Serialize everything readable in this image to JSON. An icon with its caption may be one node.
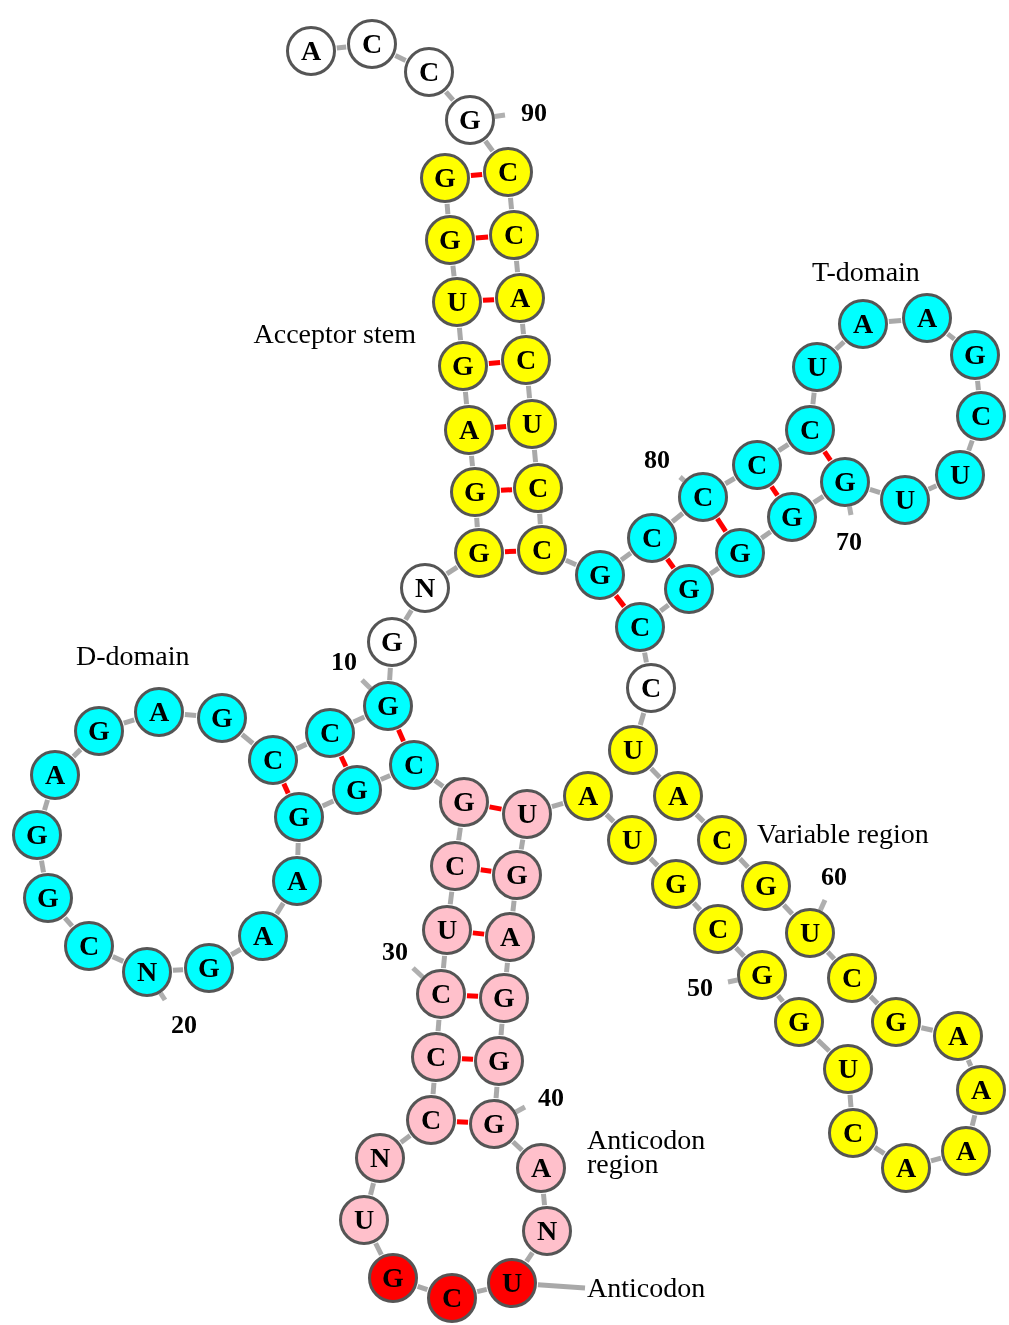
{
  "diagram": {
    "nodes": [
      {
        "text": [
          "G"
        ]
      },
      {
        "text": [
          "G"
        ]
      },
      {
        "text": [
          "U"
        ]
      },
      {
        "text": [
          "G"
        ]
      },
      {
        "text": [
          "A"
        ]
      },
      {
        "text": [
          "G"
        ]
      },
      {
        "text": [
          "G"
        ]
      },
      {
        "text": [
          "N"
        ]
      },
      {
        "text": [
          "G"
        ]
      },
      {
        "text": [
          "G"
        ],
        "beside": [
          "10"
        ]
      },
      {
        "text": [
          "C"
        ]
      },
      {
        "text": [
          "C"
        ]
      },
      {
        "text": [
          "G"
        ]
      },
      {
        "text": [
          "A"
        ]
      },
      {
        "text": [
          "G"
        ]
      },
      {
        "text": [
          "A"
        ]
      },
      {
        "text": [
          "G"
        ]
      },
      {
        "text": [
          "G"
        ]
      },
      {
        "text": [
          "C"
        ]
      },
      {
        "text": [
          "N"
        ],
        "beside": [
          "20"
        ]
      },
      {
        "text": [
          "G"
        ]
      },
      {
        "text": [
          "A"
        ]
      },
      {
        "text": [
          "A"
        ]
      },
      {
        "text": [
          "G"
        ]
      },
      {
        "text": [
          "G"
        ]
      },
      {
        "text": [
          "C"
        ]
      },
      {
        "text": [
          "G"
        ]
      },
      {
        "text": [
          "C"
        ]
      },
      {
        "text": [
          "U"
        ]
      },
      {
        "text": [
          "C"
        ],
        "beside": [
          "30"
        ]
      },
      {
        "text": [
          "C"
        ]
      },
      {
        "text": [
          "C"
        ]
      },
      {
        "text": [
          "N"
        ]
      },
      {
        "text": [
          "U"
        ]
      },
      {
        "text": [
          "G"
        ]
      },
      {
        "text": [
          "C"
        ]
      },
      {
        "text": [
          "U"
        ]
      },
      {
        "text": [
          "N"
        ]
      },
      {
        "text": [
          "A"
        ]
      },
      {
        "text": [
          "G"
        ],
        "beside": [
          "40"
        ]
      },
      {
        "text": [
          "G"
        ]
      },
      {
        "text": [
          "G"
        ]
      },
      {
        "text": [
          "A"
        ]
      },
      {
        "text": [
          "G"
        ]
      },
      {
        "text": [
          "U"
        ]
      },
      {
        "text": [
          "A"
        ]
      },
      {
        "text": [
          "U"
        ]
      },
      {
        "text": [
          "G"
        ]
      },
      {
        "text": [
          "C"
        ]
      },
      {
        "text": [
          "G"
        ],
        "beside": [
          "50"
        ]
      },
      {
        "text": [
          "G"
        ]
      },
      {
        "text": [
          "U"
        ]
      },
      {
        "text": [
          "C"
        ]
      },
      {
        "text": [
          "A"
        ]
      },
      {
        "text": [
          "A"
        ]
      },
      {
        "text": [
          "A"
        ]
      },
      {
        "text": [
          "A"
        ]
      },
      {
        "text": [
          "G"
        ]
      },
      {
        "text": [
          "C"
        ]
      },
      {
        "text": [
          "U"
        ],
        "beside": [
          "60"
        ]
      },
      {
        "text": [
          "G"
        ]
      },
      {
        "text": [
          "C"
        ]
      },
      {
        "text": [
          "A"
        ]
      },
      {
        "text": [
          "U"
        ]
      },
      {
        "text": [
          "C"
        ]
      },
      {
        "text": [
          "C"
        ]
      },
      {
        "text": [
          "G"
        ]
      },
      {
        "text": [
          "G"
        ]
      },
      {
        "text": [
          "G"
        ]
      },
      {
        "text": [
          "G"
        ],
        "beside": [
          "70"
        ]
      },
      {
        "text": [
          "U"
        ]
      },
      {
        "text": [
          "U"
        ]
      },
      {
        "text": [
          "C"
        ]
      },
      {
        "text": [
          "G"
        ]
      },
      {
        "text": [
          "A"
        ]
      },
      {
        "text": [
          "A"
        ]
      },
      {
        "text": [
          "U"
        ]
      },
      {
        "text": [
          "C"
        ]
      },
      {
        "text": [
          "C"
        ]
      },
      {
        "text": [
          "C"
        ],
        "beside": [
          "80"
        ]
      },
      {
        "text": [
          "C"
        ]
      },
      {
        "text": [
          "G"
        ]
      },
      {
        "text": [
          "C"
        ]
      },
      {
        "text": [
          "C"
        ]
      },
      {
        "text": [
          "U"
        ]
      },
      {
        "text": [
          "C"
        ]
      },
      {
        "text": [
          "A"
        ]
      },
      {
        "text": [
          "C"
        ]
      },
      {
        "text": [
          "C"
        ]
      },
      {
        "text": [
          "G"
        ],
        "beside": [
          "90"
        ]
      },
      {
        "text": [
          "C"
        ]
      },
      {
        "text": [
          "C"
        ]
      },
      {
        "text": [
          "A"
        ]
      },
      {
        "text": [
          "Anticodon"
        ]
      }
    ],
    "edges": [
      {
        "from": 0,
        "to": 1,
        "arrow": "none"
      },
      {
        "from": 1,
        "to": 2,
        "arrow": "none"
      },
      {
        "from": 2,
        "to": 3,
        "arrow": "none"
      },
      {
        "from": 3,
        "to": 4,
        "arrow": "none"
      },
      {
        "from": 4,
        "to": 5,
        "arrow": "none"
      },
      {
        "from": 5,
        "to": 6,
        "arrow": "none"
      },
      {
        "from": 6,
        "to": 7,
        "arrow": "none"
      },
      {
        "from": 7,
        "to": 8,
        "arrow": "none"
      },
      {
        "from": 8,
        "to": 9,
        "arrow": "none"
      },
      {
        "from": 9,
        "to": 10,
        "arrow": "none"
      },
      {
        "from": 10,
        "to": 11,
        "arrow": "none"
      },
      {
        "from": 11,
        "to": 12,
        "arrow": "none"
      },
      {
        "from": 12,
        "to": 13,
        "arrow": "none"
      },
      {
        "from": 13,
        "to": 14,
        "arrow": "none"
      },
      {
        "from": 14,
        "to": 15,
        "arrow": "none"
      },
      {
        "from": 15,
        "to": 16,
        "arrow": "none"
      },
      {
        "from": 16,
        "to": 17,
        "arrow": "none"
      },
      {
        "from": 17,
        "to": 18,
        "arrow": "none"
      },
      {
        "from": 18,
        "to": 19,
        "arrow": "none"
      },
      {
        "from": 19,
        "to": 20,
        "arrow": "none"
      },
      {
        "from": 20,
        "to": 21,
        "arrow": "none"
      },
      {
        "from": 21,
        "to": 22,
        "arrow": "none"
      },
      {
        "from": 22,
        "to": 23,
        "arrow": "none"
      },
      {
        "from": 23,
        "to": 24,
        "arrow": "none"
      },
      {
        "from": 24,
        "to": 25,
        "arrow": "none"
      },
      {
        "from": 25,
        "to": 26,
        "arrow": "none"
      },
      {
        "from": 26,
        "to": 27,
        "arrow": "none"
      },
      {
        "from": 27,
        "to": 28,
        "arrow": "none"
      },
      {
        "from": 28,
        "to": 29,
        "arrow": "none"
      },
      {
        "from": 29,
        "to": 30,
        "arrow": "none"
      },
      {
        "from": 30,
        "to": 31,
        "arrow": "none"
      },
      {
        "from": 31,
        "to": 32,
        "arrow": "none"
      },
      {
        "from": 32,
        "to": 33,
        "arrow": "none"
      },
      {
        "from": 33,
        "to": 34,
        "arrow": "none"
      },
      {
        "from": 34,
        "to": 35,
        "arrow": "none"
      },
      {
        "from": 35,
        "to": 36,
        "arrow": "none"
      },
      {
        "from": 36,
        "to": 37,
        "arrow": "none"
      },
      {
        "from": 37,
        "to": 38,
        "arrow": "none"
      },
      {
        "from": 38,
        "to": 39,
        "arrow": "none"
      },
      {
        "from": 39,
        "to": 40,
        "arrow": "none"
      },
      {
        "from": 40,
        "to": 41,
        "arrow": "none"
      },
      {
        "from": 41,
        "to": 42,
        "arrow": "none"
      },
      {
        "from": 42,
        "to": 43,
        "arrow": "none"
      },
      {
        "from": 43,
        "to": 44,
        "arrow": "none"
      },
      {
        "from": 44,
        "to": 45,
        "arrow": "none"
      },
      {
        "from": 45,
        "to": 46,
        "arrow": "none"
      },
      {
        "from": 46,
        "to": 47,
        "arrow": "none"
      },
      {
        "from": 47,
        "to": 48,
        "arrow": "none"
      },
      {
        "from": 48,
        "to": 49,
        "arrow": "none"
      },
      {
        "from": 49,
        "to": 50,
        "arrow": "none"
      },
      {
        "from": 50,
        "to": 51,
        "arrow": "none"
      },
      {
        "from": 51,
        "to": 52,
        "arrow": "none"
      },
      {
        "from": 52,
        "to": 53,
        "arrow": "none"
      },
      {
        "from": 53,
        "to": 54,
        "arrow": "none"
      },
      {
        "from": 54,
        "to": 55,
        "arrow": "none"
      },
      {
        "from": 55,
        "to": 56,
        "arrow": "none"
      },
      {
        "from": 56,
        "to": 57,
        "arrow": "none"
      },
      {
        "from": 57,
        "to": 58,
        "arrow": "none"
      },
      {
        "from": 58,
        "to": 59,
        "arrow": "none"
      },
      {
        "from": 59,
        "to": 60,
        "arrow": "none"
      },
      {
        "from": 60,
        "to": 61,
        "arrow": "none"
      },
      {
        "from": 61,
        "to": 62,
        "arrow": "none"
      },
      {
        "from": 62,
        "to": 63,
        "arrow": "none"
      },
      {
        "from": 63,
        "to": 64,
        "arrow": "none"
      },
      {
        "from": 64,
        "to": 65,
        "arrow": "none"
      },
      {
        "from": 65,
        "to": 66,
        "arrow": "none"
      },
      {
        "from": 66,
        "to": 67,
        "arrow": "none"
      },
      {
        "from": 67,
        "to": 68,
        "arrow": "none"
      },
      {
        "from": 68,
        "to": 69,
        "arrow": "none"
      },
      {
        "from": 69,
        "to": 70,
        "arrow": "none"
      },
      {
        "from": 70,
        "to": 71,
        "arrow": "none"
      },
      {
        "from": 71,
        "to": 72,
        "arrow": "none"
      },
      {
        "from": 72,
        "to": 73,
        "arrow": "none"
      },
      {
        "from": 73,
        "to": 74,
        "arrow": "none"
      },
      {
        "from": 74,
        "to": 75,
        "arrow": "none"
      },
      {
        "from": 75,
        "to": 76,
        "arrow": "none"
      },
      {
        "from": 76,
        "to": 77,
        "arrow": "none"
      },
      {
        "from": 77,
        "to": 78,
        "arrow": "none"
      },
      {
        "from": 78,
        "to": 79,
        "arrow": "none"
      },
      {
        "from": 79,
        "to": 80,
        "arrow": "none"
      },
      {
        "from": 80,
        "to": 81,
        "arrow": "none"
      },
      {
        "from": 81,
        "to": 82,
        "arrow": "none"
      },
      {
        "from": 82,
        "to": 83,
        "arrow": "none"
      },
      {
        "from": 83,
        "to": 84,
        "arrow": "none"
      },
      {
        "from": 84,
        "to": 85,
        "arrow": "none"
      },
      {
        "from": 85,
        "to": 86,
        "arrow": "none"
      },
      {
        "from": 86,
        "to": 87,
        "arrow": "none"
      },
      {
        "from": 87,
        "to": 88,
        "arrow": "none"
      },
      {
        "from": 88,
        "to": 89,
        "arrow": "none"
      },
      {
        "from": 89,
        "to": 90,
        "arrow": "none"
      },
      {
        "from": 90,
        "to": 91,
        "arrow": "none"
      },
      {
        "from": 91,
        "to": 92,
        "arrow": "none"
      },
      {
        "from": 0,
        "to": 88,
        "arrow": "none",
        "color": "#ff0000"
      },
      {
        "from": 1,
        "to": 87,
        "arrow": "none",
        "color": "#ff0000"
      },
      {
        "from": 2,
        "to": 86,
        "arrow": "none",
        "color": "#ff0000"
      },
      {
        "from": 3,
        "to": 85,
        "arrow": "none",
        "color": "#ff0000"
      },
      {
        "from": 4,
        "to": 84,
        "arrow": "none",
        "color": "#ff0000"
      },
      {
        "from": 5,
        "to": 83,
        "arrow": "none",
        "color": "#ff0000"
      },
      {
        "from": 6,
        "to": 82,
        "arrow": "none",
        "color": "#ff0000"
      },
      {
        "from": 9,
        "to": 25,
        "arrow": "none",
        "color": "#ff0000"
      },
      {
        "from": 10,
        "to": 24,
        "arrow": "none",
        "color": "#ff0000"
      },
      {
        "from": 11,
        "to": 23,
        "arrow": "none",
        "color": "#ff0000"
      },
      {
        "from": 26,
        "to": 44,
        "arrow": "none",
        "color": "#ff0000"
      },
      {
        "from": 27,
        "to": 43,
        "arrow": "none",
        "color": "#ff0000"
      },
      {
        "from": 28,
        "to": 42,
        "arrow": "none",
        "color": "#ff0000"
      },
      {
        "from": 29,
        "to": 41,
        "arrow": "none",
        "color": "#ff0000"
      },
      {
        "from": 30,
        "to": 40,
        "arrow": "none",
        "color": "#ff0000"
      },
      {
        "from": 31,
        "to": 39,
        "arrow": "none",
        "color": "#ff0000"
      },
      {
        "from": 65,
        "to": 81,
        "arrow": "none",
        "color": "#ff0000"
      },
      {
        "from": 66,
        "to": 80,
        "arrow": "none",
        "color": "#ff0000"
      },
      {
        "from": 67,
        "to": 79,
        "arrow": "none",
        "color": "#ff0000"
      },
      {
        "from": 68,
        "to": 78,
        "arrow": "none",
        "color": "#ff0000"
      },
      {
        "from": 69,
        "to": 77,
        "arrow": "none",
        "color": "#ff0000"
      },
      {
        "from": 93,
        "to": 36,
        "arrow": "none"
      }
    ],
    "labels": [
      "T-domain",
      "Acceptor stem",
      "D-domain",
      "Variable region",
      "Anticodon region"
    ]
  }
}
